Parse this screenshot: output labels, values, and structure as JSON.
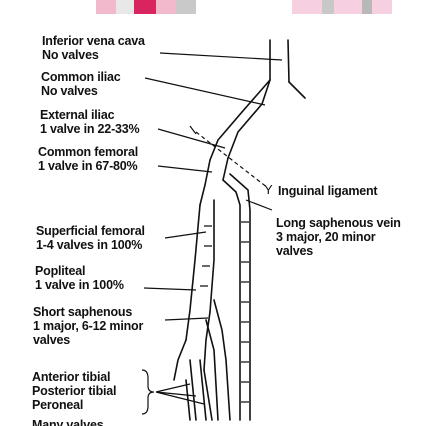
{
  "labels": {
    "ivc": [
      "Inferior vena cava",
      "No valves"
    ],
    "common_iliac": [
      "Common iliac",
      "No valves"
    ],
    "external_iliac": [
      "External iliac",
      "1 valve in 22-33%"
    ],
    "common_femoral": [
      "Common femoral",
      "1 valve in 67-80%"
    ],
    "inguinal_ligament": "Inguinal ligament",
    "long_saphenous": [
      "Long saphenous vein",
      "3 major, 20 minor",
      "valves"
    ],
    "superficial_femoral": [
      "Superficial femoral",
      "1-4 valves in 100%"
    ],
    "popliteal": [
      "Popliteal",
      "1 valve in 100%"
    ],
    "short_saphenous": [
      "Short saphenous",
      "1 major, 6-12 minor",
      "valves"
    ],
    "tibial_group": [
      "Anterior tibial",
      "Posterior tibial",
      "Peroneal"
    ],
    "cut_off": "Many valves"
  },
  "colors": {
    "ink": "#111111",
    "swatch_pink": "#e23a78",
    "swatch_light": "#f3c6d8"
  }
}
